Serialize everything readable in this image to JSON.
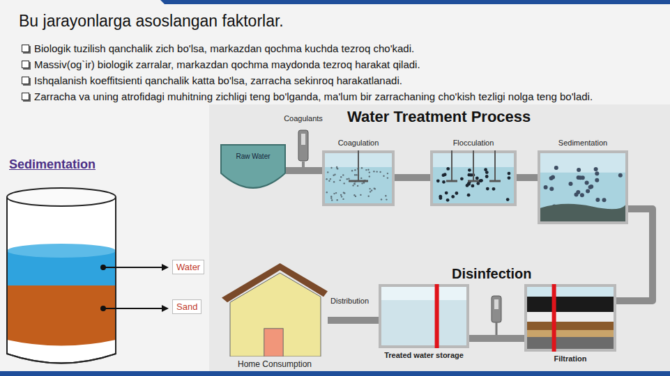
{
  "diagram": {
    "title": "Bu jarayonlarga asoslangan faktorlar.",
    "nodes": [
      {
        "text": [
          "Raw Water"
        ]
      },
      {
        "text": [
          "Coagulants"
        ]
      },
      {
        "text": [
          "Coagulation"
        ]
      },
      {
        "text": [
          "Flocculation"
        ]
      },
      {
        "text": [
          "Sedimentation"
        ]
      },
      {
        "text": [
          "Filtration"
        ]
      },
      {
        "text": [
          "Treated water storage"
        ]
      },
      {
        "text": [
          "Home Consumption"
        ]
      },
      {
        "text": [
          "Water"
        ]
      },
      {
        "text": [
          "Sand"
        ]
      }
    ],
    "edges": [
      {
        "from": 0,
        "to": 2,
        "arrow": "none"
      },
      {
        "from": 1,
        "to": 2,
        "arrow": "none"
      },
      {
        "from": 2,
        "to": 3,
        "arrow": "none"
      },
      {
        "from": 3,
        "to": 4,
        "arrow": "none"
      },
      {
        "from": 4,
        "to": 5,
        "arrow": "none"
      },
      {
        "from": 5,
        "to": 6,
        "arrow": "none"
      },
      {
        "from": 6,
        "to": 7,
        "label": "Distribution",
        "arrow": "none"
      }
    ],
    "labels": [
      "Biologik tuzilish qanchalik zich bo'lsa, markazdan qochma kuchda tezroq cho'kadi.",
      "Massiv(og`ir) biologik zarralar, markazdan qochma maydonda tezroq harakat qiladi.",
      "Ishqalanish koeffitsienti qanchalik katta bo'lsa, zarracha sekinroq harakatlanadi.",
      "Zarracha va uning atrofidagi muhitning zichligi teng bo'lganda, ma'lum bir zarrachaning cho'kish tezligi nolga teng bo'ladi.",
      "Sedimentation",
      "Water Treatment Process",
      "Disinfection"
    ]
  }
}
